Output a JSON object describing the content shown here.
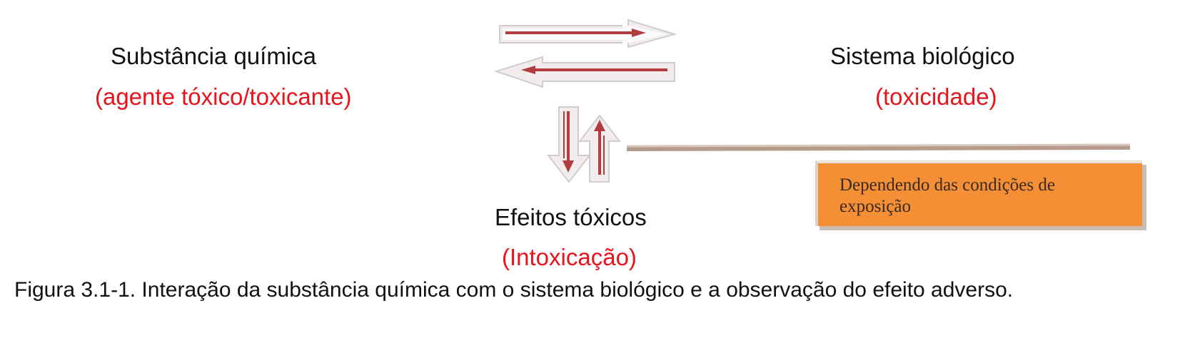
{
  "left_node": {
    "title": "Substância química",
    "subtitle": "(agente tóxico/toxicante)"
  },
  "right_node": {
    "title": "Sistema biológico",
    "subtitle": "(toxicidade)"
  },
  "bottom_node": {
    "title": "Efeitos tóxicos",
    "subtitle": "(Intoxicação)"
  },
  "note": {
    "text": "Dependendo das condições de exposição"
  },
  "caption": "Figura 3.1-1. Interação da substância química com o sistema biológico e a observação do efeito adverso.",
  "colors": {
    "arrow_line": "#b03a3e",
    "arrow_fill": "#f2eeee",
    "subtitle_red": "#e8141b",
    "note_fill": "#f58f36",
    "connector": "#c8aa98"
  }
}
